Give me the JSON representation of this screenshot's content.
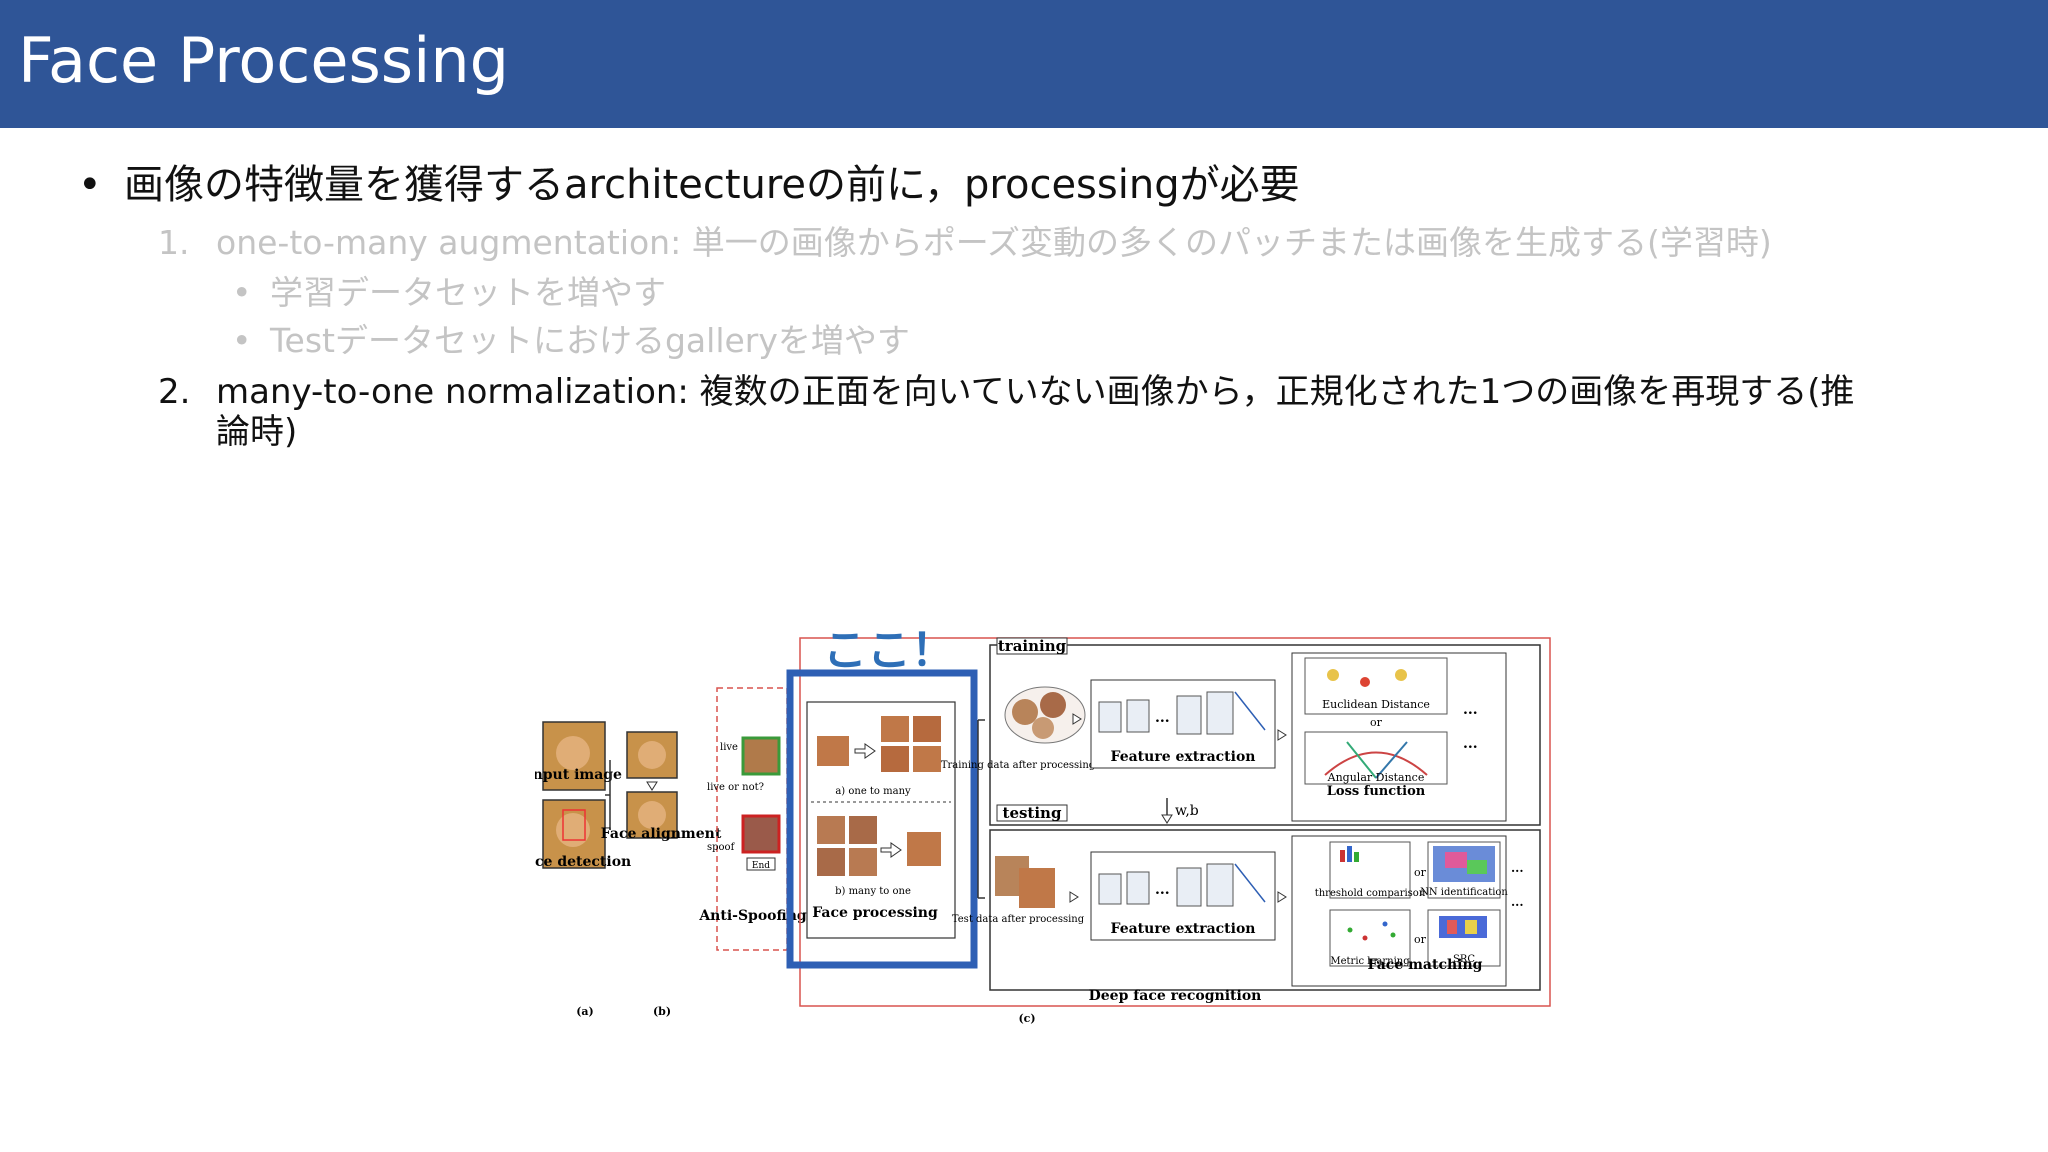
{
  "header": {
    "title": "Face Processing"
  },
  "bullets": {
    "main": "画像の特徴量を獲得するarchitectureの前に，processingが必要",
    "item1_num": "1.",
    "item1_text": "one-to-many augmentation: 単一の画像からポーズ変動の多くのパッチまたは画像を生成する(学習時)",
    "item1_sub1": "学習データセットを増やす",
    "item1_sub2": "Testデータセットにおけるgalleryを増やす",
    "item2_num": "2.",
    "item2_line1": "many-to-one normalization: 複数の正面を向いていない画像から，正規化された1つの画像を再現する(推",
    "item2_line2": "論時)"
  },
  "callout": "ここ！",
  "diagram": {
    "input_image": "Input image",
    "face_detection": "Face detection",
    "face_alignment": "Face alignment",
    "live": "live",
    "live_or_not": "live or not?",
    "spoof": "spoof",
    "end": "End",
    "anti_spoofing": "Anti-Spoofing",
    "one_to_many": "a) one to many",
    "many_to_one": "b) many to one",
    "face_processing": "Face processing",
    "training": "training",
    "testing": "testing",
    "training_data": "Training data after processing",
    "test_data": "Test data after processing",
    "feature_extraction_1": "Feature extraction",
    "feature_extraction_2": "Feature extraction",
    "euclidean": "Euclidean Distance",
    "or": "or",
    "angular": "Angular Distance",
    "loss_function": "Loss function",
    "wb": "w,b",
    "threshold": "threshold comparison",
    "nn_identification": "NN identification",
    "metric_learning": "Metric learning",
    "src": "SRC",
    "face_matching": "Face matching",
    "deep_face_recognition": "Deep face recognition",
    "label_a": "(a)",
    "label_b": "(b)",
    "label_c": "(c)",
    "ellipsis": "...",
    "colors": {
      "accent_blue": "#2e5fb4",
      "red_frame": "#d9534f",
      "title_bar": "#2f5597"
    }
  }
}
